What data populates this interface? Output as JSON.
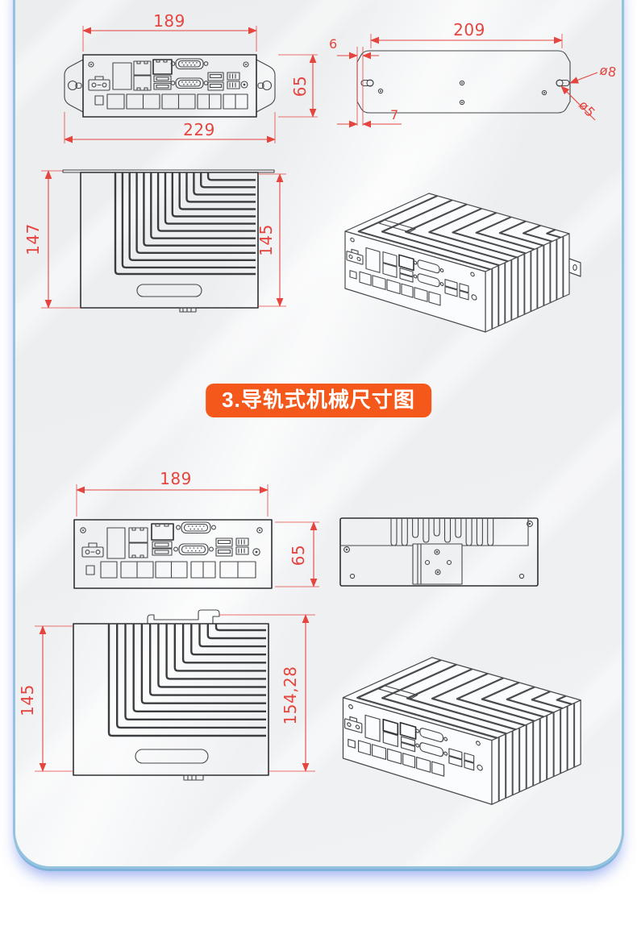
{
  "page": {
    "outer_background": "#ffffff",
    "panel_background": "#edeff1",
    "frame_border_color": "#93c3de",
    "frame_glow_color": "#3e64e1"
  },
  "banner": {
    "label": "3.导轨式机械尺寸图",
    "background": "#f5581b",
    "text_color": "#ffffff"
  },
  "colors": {
    "dimension": "#e5453f",
    "drawing_line": "#46474b"
  },
  "sections": {
    "wall_mount": {
      "front_view": {
        "width": "189",
        "height": "65",
        "overall_width": "229"
      },
      "top_view": {
        "length": "209",
        "edge_offset": "6",
        "slot_offset": "7",
        "hole_diameter": "ø8",
        "slot_diameter": "ø5"
      },
      "side_view": {
        "height_with_bracket": "147",
        "body_height": "145"
      }
    },
    "din_rail": {
      "front_view": {
        "width": "189",
        "height": "65"
      },
      "side_view": {
        "body_height": "145",
        "height_with_clip": "154,28"
      }
    }
  }
}
